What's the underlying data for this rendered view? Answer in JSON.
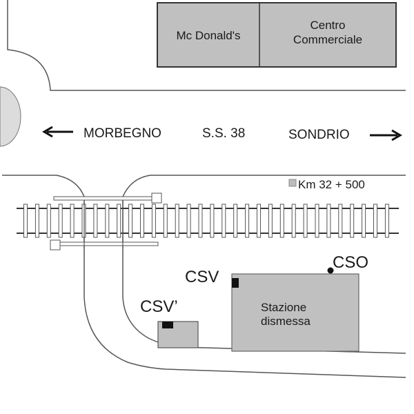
{
  "colors": {
    "background": "#ffffff",
    "line": "#555555",
    "building_fill": "#c0c0c0",
    "building_stroke": "#333333",
    "roundabout_fill": "#dcdcdc",
    "marker": "#111111",
    "text": "#1a1a1a"
  },
  "buildings": {
    "mcdonalds": "Mc Donald's",
    "centro_line1": "Centro",
    "centro_line2": "Commerciale",
    "station_line1": "Stazione",
    "station_line2": "dismessa"
  },
  "road": {
    "west_direction": "MORBEGNO",
    "road_name": "S.S. 38",
    "east_direction": "SONDRIO"
  },
  "milestone": {
    "label": "Km 32 + 500"
  },
  "sampling_points": {
    "csv": "CSV",
    "csv_prime": "CSV’",
    "cso": "CSO"
  }
}
